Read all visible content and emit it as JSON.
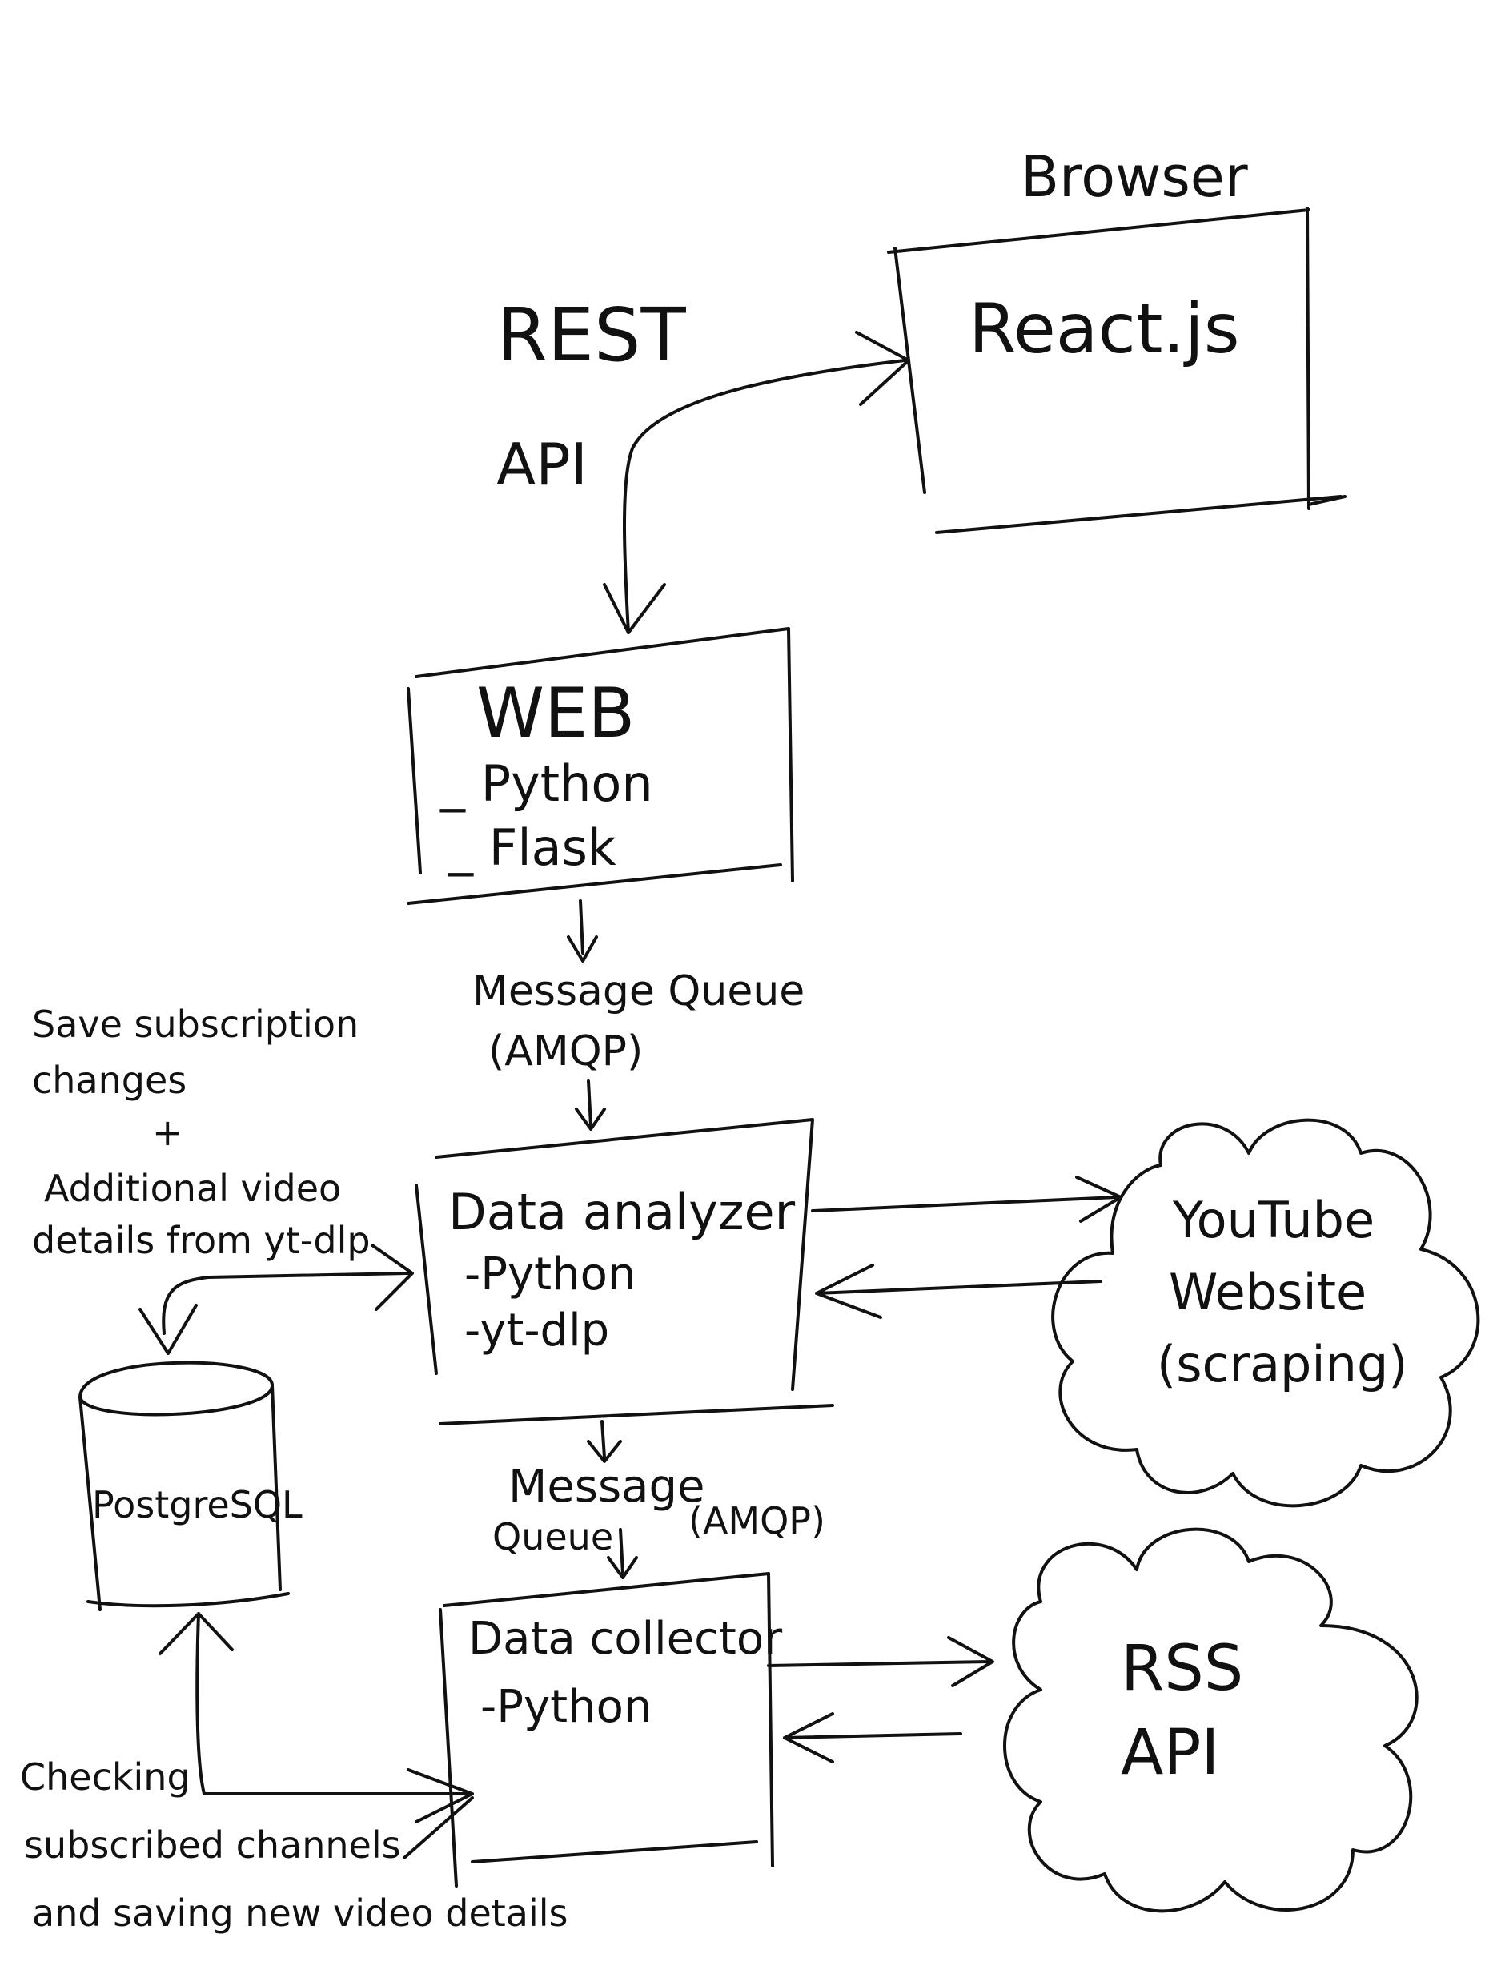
{
  "browser": {
    "label": "Browser",
    "title": "React.js"
  },
  "rest_api": {
    "line1": "REST",
    "line2": "API"
  },
  "web": {
    "title": "WEB",
    "items": [
      "_ Python",
      "_ Flask"
    ]
  },
  "queue_top": {
    "line1": "Message Queue",
    "line2": "(AMQP)"
  },
  "data_analyzer": {
    "title": "Data analyzer",
    "items": [
      "-Python",
      "-yt-dlp"
    ]
  },
  "youtube": {
    "line1": "YouTube",
    "line2": "Website",
    "line3": "(scraping)"
  },
  "note_save": {
    "line1": "Save subscription",
    "line2": "changes",
    "line3": "+",
    "line4": "Additional video",
    "line5": "details from yt-dlp"
  },
  "database": {
    "label": "PostgreSQL"
  },
  "queue_bottom": {
    "line1": "Message",
    "line2": "Queue",
    "line3": "(AMQP)"
  },
  "data_collector": {
    "title": "Data collector",
    "items": [
      "-Python"
    ]
  },
  "rss": {
    "line1": "RSS",
    "line2": "API"
  },
  "note_check": {
    "line1": "Checking",
    "line2": "subscribed channels",
    "line3": "and saving new video details"
  }
}
